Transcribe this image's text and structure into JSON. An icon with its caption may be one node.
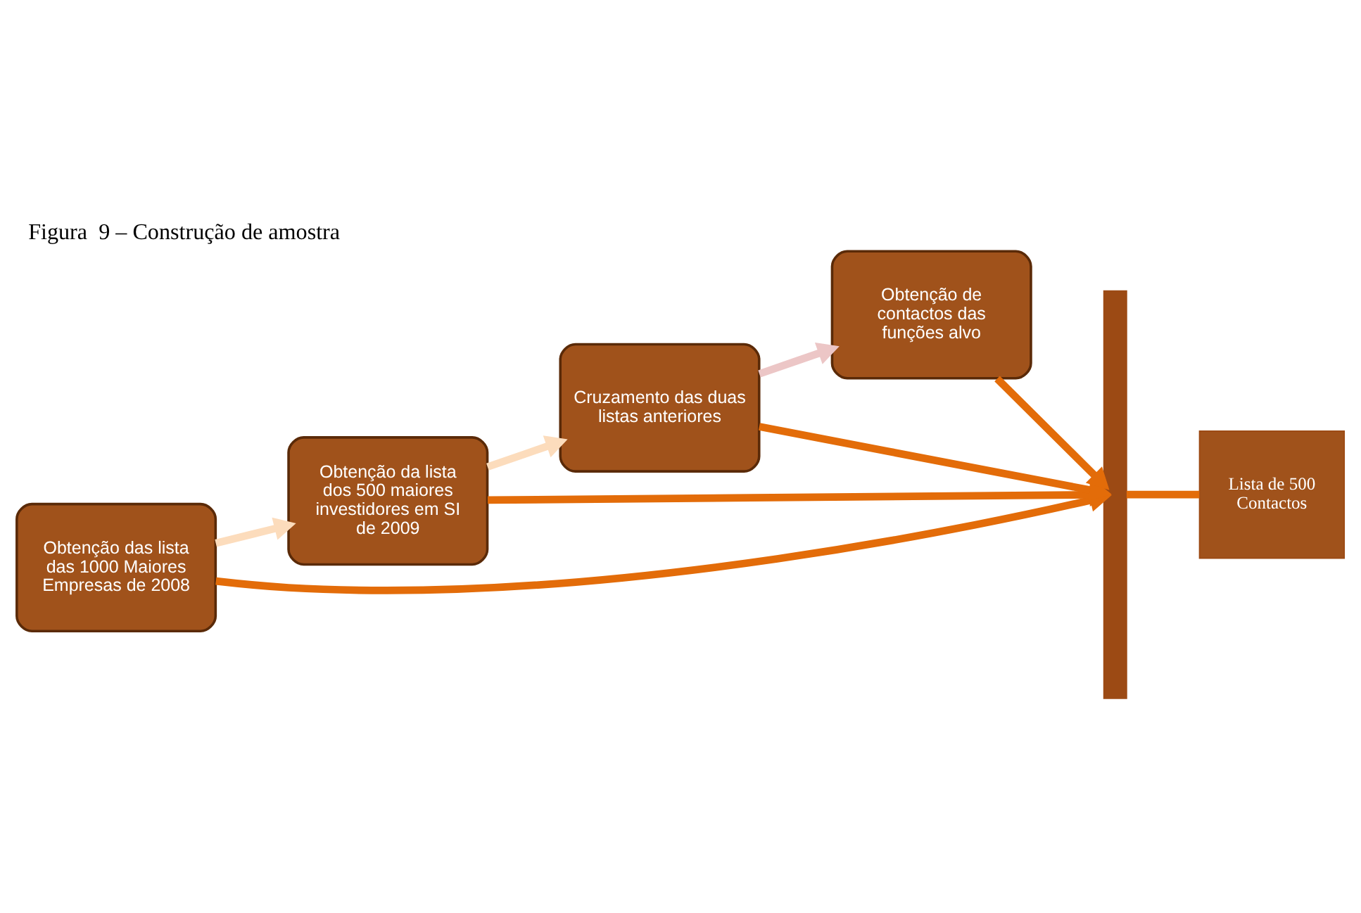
{
  "diagram": {
    "title": "Figura  9 – Construção de amostra",
    "nodes": [
      {
        "text": [
          "Obtenção das lista das 1000 Maiores Empresas de 2008"
        ]
      },
      {
        "text": [
          "Obtenção da lista dos 500 maiores investidores em SI de 2009"
        ]
      },
      {
        "text": [
          "Cruzamento das duas listas anteriores"
        ]
      },
      {
        "text": [
          "Obtenção de contactos das funções alvo"
        ]
      },
      {
        "text": [],
        "shape": "bar"
      },
      {
        "text": [
          "Lista de 500 Contactos"
        ]
      }
    ],
    "edges": [
      {
        "from": 0,
        "to": 4,
        "arrow": "to"
      },
      {
        "from": 0,
        "to": 1,
        "arrow": "to",
        "color": "#fcdcbc"
      },
      {
        "from": 1,
        "to": 4,
        "arrow": "to"
      },
      {
        "from": 1,
        "to": 2,
        "arrow": "to",
        "color": "#fcdcbc"
      },
      {
        "from": 2,
        "to": 4,
        "arrow": "to"
      },
      {
        "from": 2,
        "to": 3,
        "arrow": "to",
        "color": "#ecc6c6"
      },
      {
        "from": 3,
        "to": 4,
        "arrow": "to"
      },
      {
        "from": 4,
        "to": 5,
        "arrow": "none"
      }
    ]
  }
}
